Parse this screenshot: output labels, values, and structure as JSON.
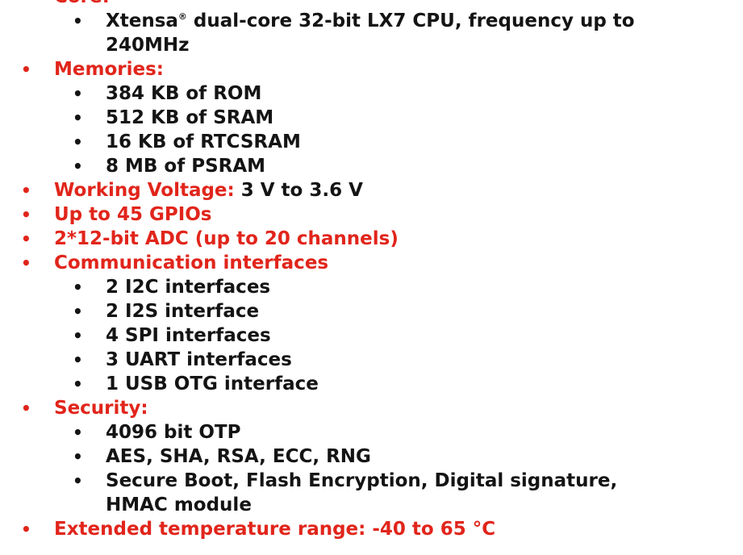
{
  "bullet_char": "•",
  "core": {
    "label": "Core:",
    "items": {
      "cpu_a": "Xtensa",
      "cpu_reg": "®",
      "cpu_b": " dual-core 32-bit LX7 CPU, frequency up to 240MHz"
    }
  },
  "memories": {
    "label": "Memories:",
    "items": [
      "384 KB of ROM",
      "512 KB of SRAM",
      "16 KB of RTCSRAM",
      "8 MB of PSRAM"
    ]
  },
  "voltage": {
    "label": "Working Voltage:",
    "value": " 3 V to 3.6 V"
  },
  "gpios": "Up to 45 GPIOs",
  "adc": "2*12-bit ADC (up to 20 channels)",
  "communication": {
    "label": "Communication interfaces",
    "items": [
      "2 I2C interfaces",
      "2 I2S interface",
      "4 SPI interfaces",
      "3 UART interfaces",
      "1 USB OTG interface"
    ]
  },
  "security": {
    "label": "Security:",
    "items": [
      "4096 bit OTP",
      "AES, SHA, RSA, ECC, RNG",
      "Secure Boot, Flash Encryption, Digital signature, HMAC module"
    ]
  },
  "temperature": "Extended temperature range: -40 to 65 °C"
}
